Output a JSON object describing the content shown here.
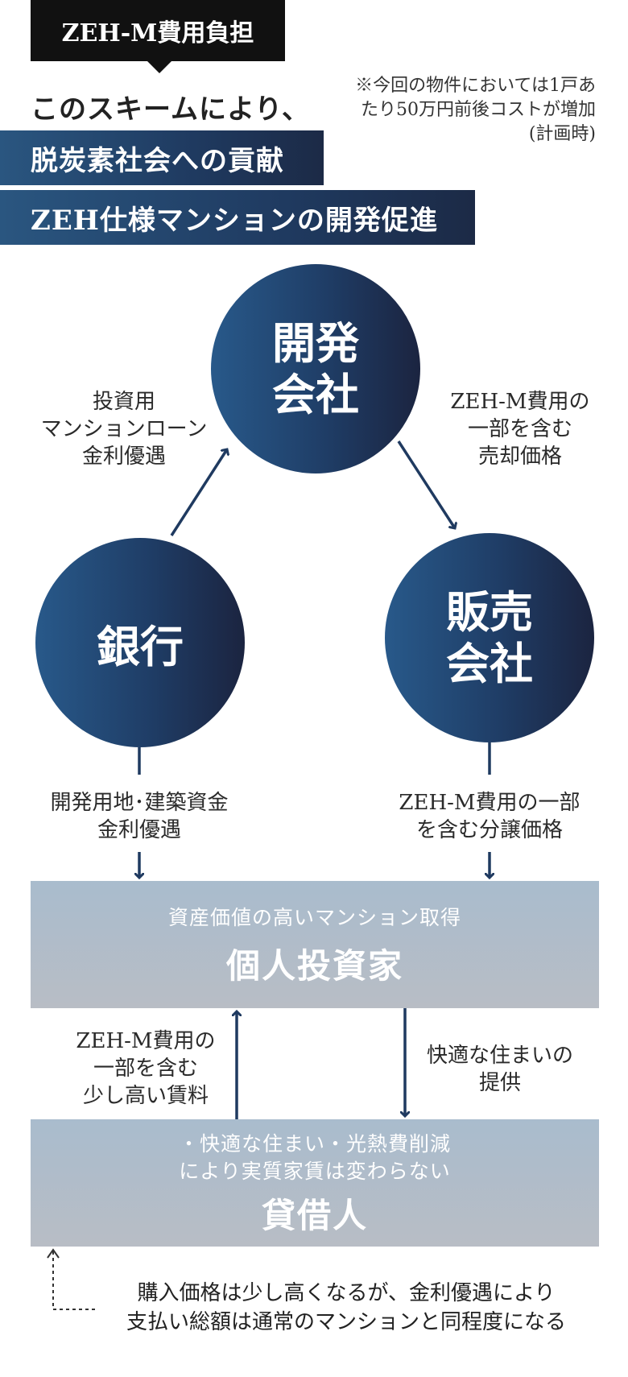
{
  "header": {
    "tag": "ZEH-M費用負担",
    "intro": "このスキームにより、",
    "note": [
      "※今回の物件においては1戸あ",
      "たり50万円前後コストが増加",
      "(計画時)"
    ],
    "bands": [
      "脱炭素社会への貢献",
      "ZEH仕様マンションの開発促進"
    ]
  },
  "nodes": {
    "developer": [
      "開発",
      "会社"
    ],
    "bank": "銀行",
    "sales": [
      "販売",
      "会社"
    ]
  },
  "edges": {
    "bank_to_developer": [
      "投資用",
      "マンションローン",
      "金利優遇"
    ],
    "developer_to_sales": [
      "ZEH-M費用の",
      "一部を含む",
      "売却価格"
    ],
    "bank_to_investor": [
      "開発用地･建築資金",
      "金利優遇"
    ],
    "sales_to_investor": [
      "ZEH-M費用の一部",
      "を含む分譲価格"
    ],
    "tenant_to_investor": [
      "ZEH-M費用の",
      "一部を含む",
      "少し高い賃料"
    ],
    "investor_to_tenant": [
      "快適な住まいの",
      "提供"
    ]
  },
  "investor": {
    "sub": "資産価値の高いマンション取得",
    "title": "個人投資家"
  },
  "tenant": {
    "sub": [
      "・快適な住まい・光熱費削減",
      "により実質家賃は変わらない"
    ],
    "title": "貸借人"
  },
  "footer": [
    "購入価格は少し高くなるが、金利優遇により",
    "支払い総額は通常のマンションと同程度になる"
  ],
  "colors": {
    "navy": "#1f3a60",
    "arrow": "#1f3a60",
    "box": "#aebfcf"
  }
}
